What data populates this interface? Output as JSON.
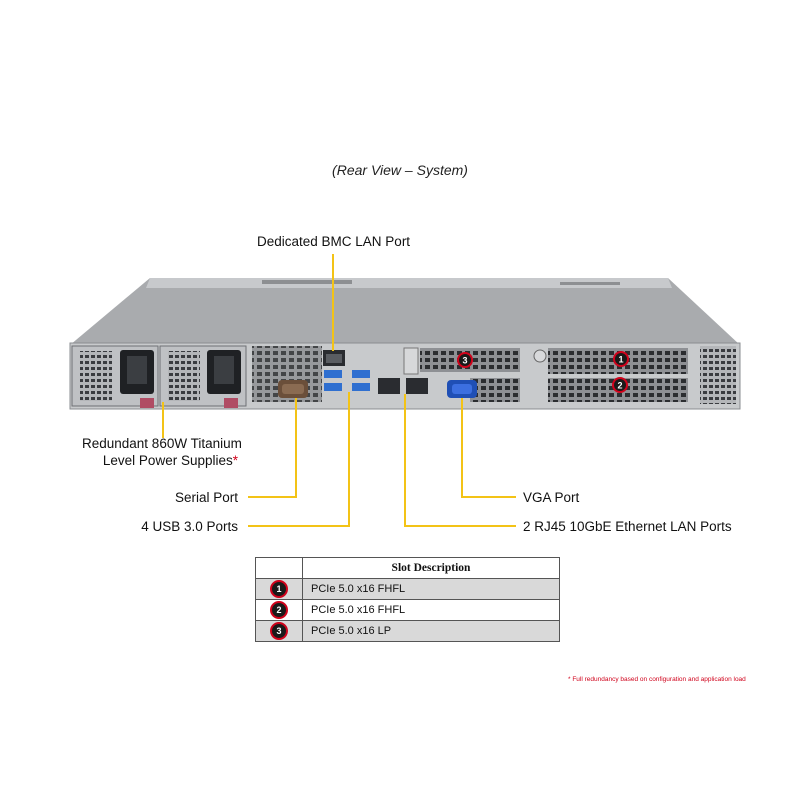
{
  "caption": "(Rear View – System)",
  "labels": {
    "bmc_lan": "Dedicated BMC LAN Port",
    "psu_line1": "Redundant  860W Titanium",
    "psu_line2": "Level Power Supplies",
    "psu_asterisk": "*",
    "serial": "Serial Port",
    "usb": "4 USB 3.0 Ports",
    "vga": "VGA Port",
    "rj45": "2 RJ45  10GbE Ethernet  LAN Ports"
  },
  "slot_badges": [
    "1",
    "2",
    "3"
  ],
  "table": {
    "header": "Slot Description",
    "rows": [
      {
        "num": "1",
        "desc": "PCIe 5.0 x16 FHFL"
      },
      {
        "num": "2",
        "desc": "PCIe 5.0 x16 FHFL"
      },
      {
        "num": "3",
        "desc": "PCIe 5.0 x16 LP"
      }
    ]
  },
  "footnote": "*  Full redundancy based on configuration and application load",
  "colors": {
    "callout_line": "#f3c316",
    "badge_ring": "#d0021b",
    "chassis": "#a7a9ac"
  }
}
